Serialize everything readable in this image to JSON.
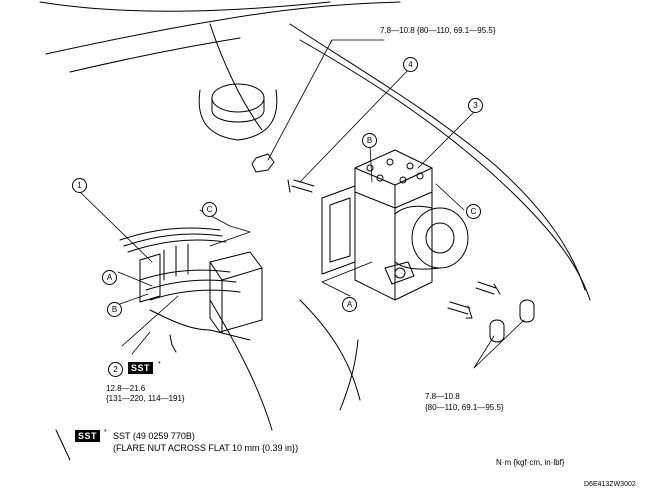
{
  "callouts": {
    "c1": "1",
    "c2": "2",
    "c3": "3",
    "c4": "4",
    "a1": "A",
    "a2": "A",
    "b1": "B",
    "b2": "B",
    "cc1": "C",
    "cc2": "C"
  },
  "torque": {
    "top_line": "7.8—10.8 {80—110, 69.1—95.5}",
    "left_line1": "12.8—21.6",
    "left_line2": "{131—220, 114—191}",
    "right_line1": "7.8—10.8",
    "right_line2": "{80—110, 69.1—95.5}"
  },
  "sst": {
    "badge": "SST",
    "star": "*",
    "legend_text": "SST (49 0259 770B)",
    "legend_note": "(FLARE NUT ACROSS FLAT 10 mm {0.39 in})"
  },
  "units": "N·m {kgf·cm, in·lbf}",
  "figure_code": "D6E413ZW3002"
}
